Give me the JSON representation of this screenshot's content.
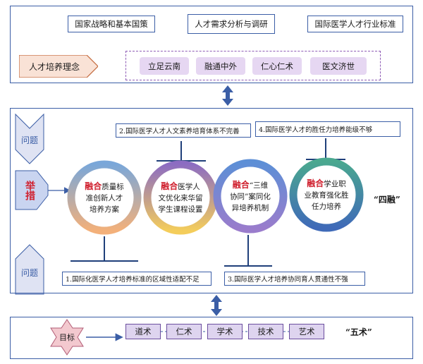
{
  "top": {
    "strategy": "国家战略和基本国策",
    "analysis": "人才需求分析与调研",
    "standard": "国际医学人才行业标准",
    "concept_label": "人才培养理念",
    "concepts": [
      "立足云南",
      "融通中外",
      "仁心仁术",
      "医文济世"
    ]
  },
  "middle": {
    "side_top": "问题",
    "side_mid": "举措",
    "side_bottom": "问题",
    "issues": {
      "i1": "1.国际化医学人才培养标准的区域性适配不足",
      "i2": "2.国际医学人才人文素养培育体系不完善",
      "i3": "3.国际医学人才培养协同育人贯通性不强",
      "i4": "4.国际医学人才的胜任力培养能级不够"
    },
    "rings": [
      {
        "hl": "融合",
        "l1": "质量标",
        "l2": "准创新人才",
        "l3": "培养方案"
      },
      {
        "hl": "融合",
        "l1": "医学人",
        "l2": "文优化来华留",
        "l3": "学生课程设置"
      },
      {
        "hl": "融合",
        "l1": "“三维",
        "l2": "协同”案同化",
        "l3": "异培养机制"
      },
      {
        "hl": "融合",
        "l1": "学业职",
        "l2": "业教育强化胜",
        "l3": "任力培养"
      }
    ],
    "four_fusion": "“四融”"
  },
  "bottom": {
    "goal_label": "目标",
    "skills": [
      "道术",
      "仁术",
      "学术",
      "技术",
      "艺术"
    ],
    "five_skills": "“五术”"
  },
  "colors": {
    "frame": "#3b5ea6",
    "accent_red": "#d0212f",
    "pill": "#e6d7f2",
    "dash_border": "#8e5bb5"
  }
}
